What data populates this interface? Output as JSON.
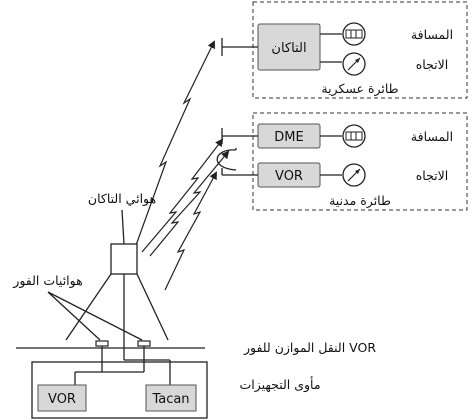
{
  "military_aircraft": {
    "caption": "طائرة عسكرية",
    "receiver": "التاكان",
    "distance_label": "المسافة",
    "bearing_label": "الاتجاه"
  },
  "civil_aircraft": {
    "caption": "طائرة مدنية",
    "receiver_dme": "DME",
    "receiver_vor": "VOR",
    "distance_label": "المسافة",
    "bearing_label": "الاتجاه"
  },
  "ground": {
    "tacan_antenna_label": "هوائي التاكان",
    "vor_antennas_label": "هوائيات الفور",
    "counterpoise_label": "النقل الموازن للفور VOR",
    "shelter_label": "مأوى التجهيزات",
    "vor_equipment": "VOR",
    "tacan_equipment": "Tacan"
  },
  "icons": {
    "distance_indicator": "distance-indicator-icon",
    "bearing_indicator": "bearing-needle-icon"
  }
}
